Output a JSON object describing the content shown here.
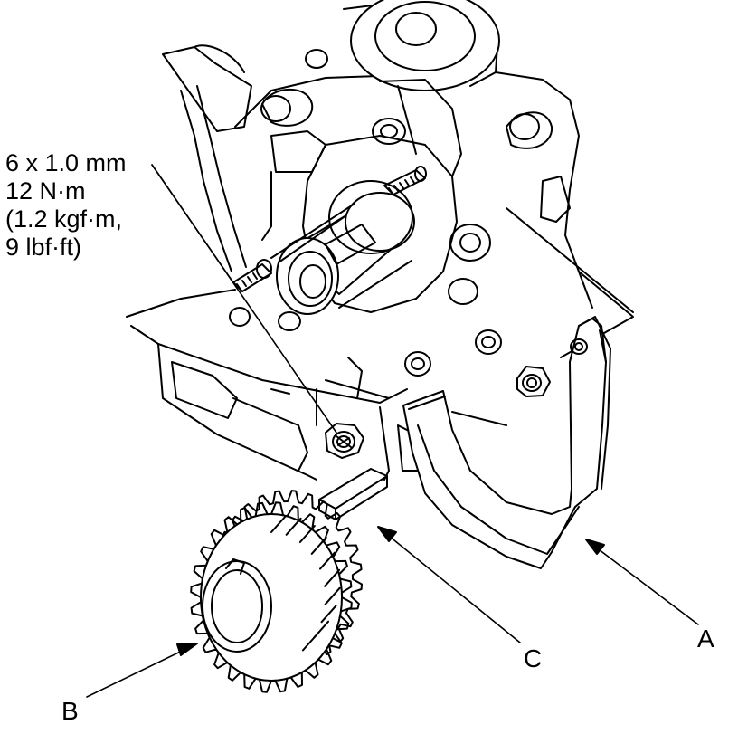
{
  "spec": {
    "line1": "6 x 1.0 mm",
    "line2": "12 N·m",
    "line3": "(1.2 kgf·m,",
    "line4": "9 lbf·ft)"
  },
  "callouts": {
    "a": "A",
    "b": "B",
    "c": "C"
  },
  "parts": {
    "sprocket_teeth": 28
  }
}
